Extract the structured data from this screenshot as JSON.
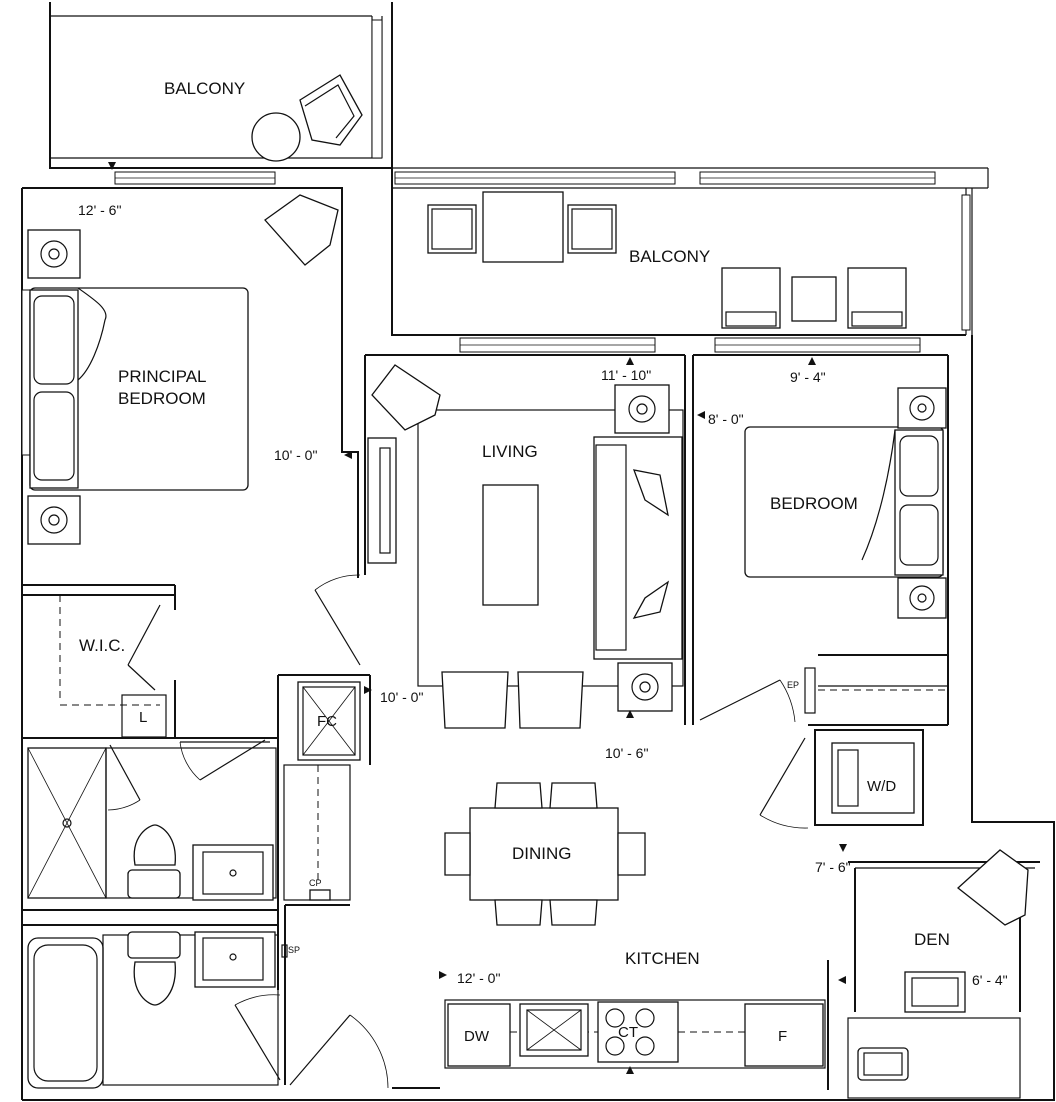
{
  "rooms": {
    "balcony_top": "BALCONY",
    "balcony_right": "BALCONY",
    "principal_bedroom_line1": "PRINCIPAL",
    "principal_bedroom_line2": "BEDROOM",
    "living": "LIVING",
    "bedroom": "BEDROOM",
    "wic": "W.I.C.",
    "dining": "DINING",
    "kitchen": "KITCHEN",
    "den": "DEN"
  },
  "dimensions": {
    "principal_width": "12' - 6\"",
    "principal_depth": "10' - 0\"",
    "living_width": "11' - 10\"",
    "living_depth": "8' - 0\"",
    "bedroom_width": "9' - 4\"",
    "dining_depth": "10' - 0\"",
    "dining_width": "10' - 6\"",
    "den_width": "7' - 6\"",
    "den_depth": "6' - 4\"",
    "kitchen_width": "12' - 0\""
  },
  "fixtures": {
    "linen": "L",
    "fan_coil": "FC",
    "washer_dryer": "W/D",
    "dishwasher": "DW",
    "cooktop": "CT",
    "fridge": "F",
    "electrical_panel": "EP",
    "closet_panel": "CP",
    "sprinkler_panel": "SP"
  }
}
